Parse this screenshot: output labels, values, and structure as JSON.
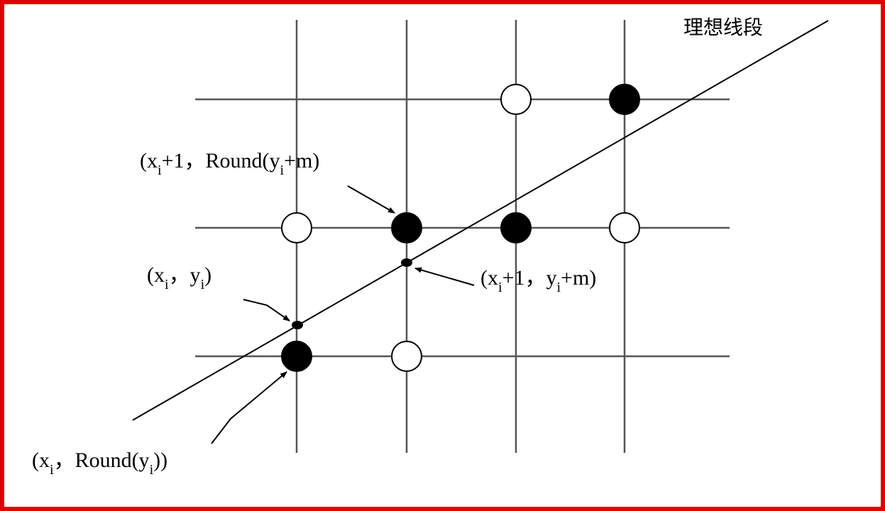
{
  "diagram": {
    "line_label": "理想线段",
    "labels": {
      "upper_round": {
        "a": "(x",
        "a_sub": "i",
        "b": "+1，Round(y",
        "b_sub": "i",
        "c": "+m)"
      },
      "xi_yi": {
        "a": "(x",
        "a_sub": "i",
        "b": "，y",
        "b_sub": "i",
        "c": ")"
      },
      "xi1_yim": {
        "a": "(x",
        "a_sub": "i",
        "b": "+1，y",
        "b_sub": "i",
        "c": "+m)"
      },
      "round_yi": {
        "a": "(x",
        "a_sub": "i",
        "b": "，Round(y",
        "b_sub": "i",
        "c": "))"
      }
    },
    "colors": {
      "frame": "#e00000",
      "line": "#000000",
      "grid": "#555555",
      "filled_point": "#000000",
      "open_point": "#ffffff"
    }
  }
}
